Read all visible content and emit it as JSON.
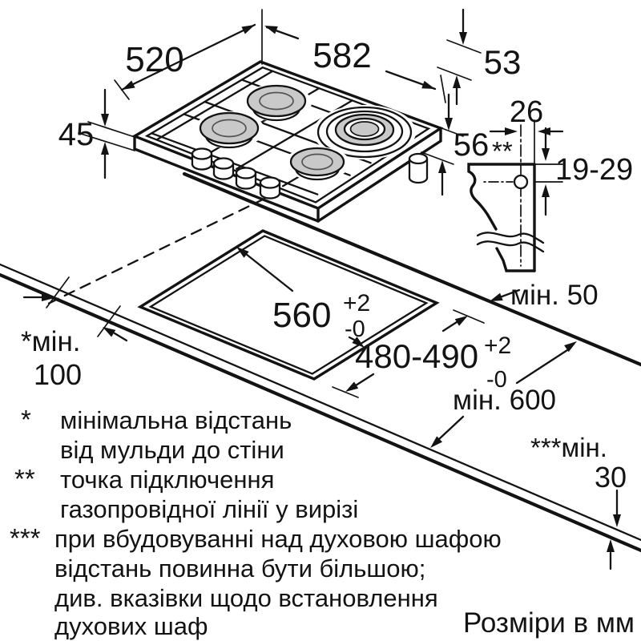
{
  "dims": {
    "d520": "520",
    "d582": "582",
    "d53": "53",
    "d45": "45",
    "d56": "56",
    "d26": "26",
    "d19_29": "19-29",
    "gas_point_marker": "**"
  },
  "cutout": {
    "w": "560",
    "w_tol_up": "+2",
    "w_tol_dn": "-0",
    "d": "480-490",
    "d_tol_up": "+2",
    "d_tol_dn": "-0",
    "min50": "мін. 50",
    "min100_label": "*мін.",
    "min100": "100",
    "min600": "мін. 600",
    "min30_label": "***мін.",
    "min30": "30"
  },
  "footnotes": [
    {
      "marker": "*",
      "lines": [
        "мінімальна відстань",
        "від мульди до стіни"
      ]
    },
    {
      "marker": "**",
      "lines": [
        "точка підключення",
        "газопровідної лінії у вирізі"
      ]
    },
    {
      "marker": "***",
      "lines": [
        "при вбудовуванні над духовою шафою",
        "відстань повинна бути більшою;",
        "див. вказівки щодо встановлення",
        "духових шаф"
      ]
    }
  ],
  "units_note": "Розміри в мм",
  "colors": {
    "ink": "#131313",
    "burner_gray": "#c9c9c9",
    "background": "#ffffff"
  }
}
